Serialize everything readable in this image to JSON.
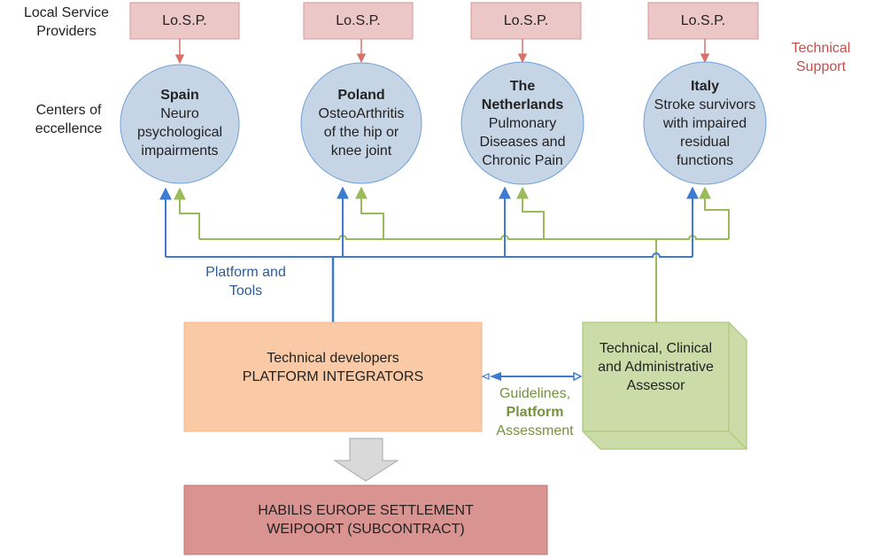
{
  "row_labels": {
    "local_service_providers": [
      "Local Service",
      "Providers"
    ],
    "centers_of_excellence": [
      "Centers of",
      "eccellence"
    ]
  },
  "technical_support": [
    "Technical",
    "Support"
  ],
  "losp_boxes": [
    "Lo.S.P.",
    "Lo.S.P.",
    "Lo.S.P.",
    "Lo.S.P."
  ],
  "centers": [
    {
      "country": "Spain",
      "lines": [
        "Neuro",
        "psychological",
        "impairments"
      ]
    },
    {
      "country": "Poland",
      "lines": [
        "OsteoArthritis",
        "of the hip or",
        "knee joint"
      ]
    },
    {
      "country": "The Netherlands",
      "country_lines": [
        "The",
        "Netherlands"
      ],
      "lines": [
        "Pulmonary",
        "Diseases and",
        "Chronic Pain"
      ]
    },
    {
      "country": "Italy",
      "lines": [
        "Stroke survivors",
        "with impaired",
        "residual",
        "functions"
      ]
    }
  ],
  "platform_tools_label": [
    "Platform and",
    "Tools"
  ],
  "developers_box": [
    "Technical developers",
    "PLATFORM INTEGRATORS"
  ],
  "assessor_box": [
    "Technical, Clinical",
    "and Administrative",
    "Assessor"
  ],
  "guidelines_label": {
    "line1": "Guidelines,",
    "line2_bold": "Platform",
    "line3": "Assessment"
  },
  "settlement_box": [
    "HABILIS EUROPE SETTLEMENT",
    "WEIPOORT (SUBCONTRACT)"
  ],
  "colors": {
    "losp_fill": "#ebc7c7",
    "losp_stroke": "#d99494",
    "support_arrow": "#d9706a",
    "circle_fill": "#c6d5e6",
    "circle_stroke": "#6e9fd8",
    "blue_line": "#3d7bd0",
    "green_line": "#9bbb59",
    "developers_fill": "#f9caa5",
    "developers_stroke": "#f5b585",
    "assessor_fill": "#ccdca8",
    "assessor_stroke": "#aac87a",
    "settlement_fill": "#d99391",
    "settlement_stroke": "#c07472",
    "block_arrow_fill": "#d9d9d9",
    "block_arrow_stroke": "#a6a6a6",
    "technical_support_text": "#c0504d",
    "platform_tools_text": "#2e5c99",
    "guidelines_text": "#76923c"
  }
}
